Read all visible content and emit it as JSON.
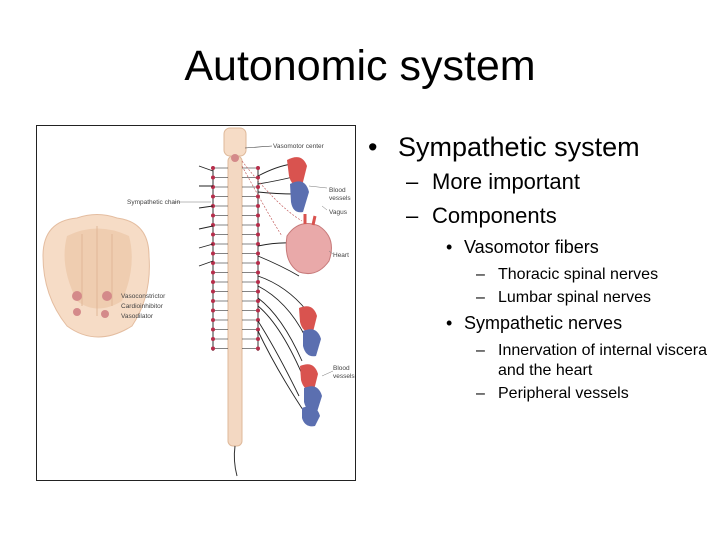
{
  "slide": {
    "title": "Autonomic system",
    "bullets": {
      "sympathetic": "Sympathetic system",
      "more_important": "More important",
      "components": "Components",
      "vasomotor_fibers": "Vasomotor fibers",
      "thoracic": "Thoracic spinal nerves",
      "lumbar": "Lumbar spinal nerves",
      "sympathetic_nerves": "Sympathetic nerves",
      "innervation": "Innervation of internal viscera and the heart",
      "peripheral": "Peripheral vessels"
    },
    "markers": {
      "level1": "•",
      "level2": "–",
      "level3": "•",
      "level4": "–"
    }
  },
  "figure": {
    "labels": {
      "vasomotor_center": "Vasomotor center",
      "sympathetic_chain": "Sympathetic chain",
      "blood": "Blood",
      "vessels": "vessels",
      "vagus": "Vagus",
      "heart": "Heart",
      "blood2": "Blood",
      "vessels2": "vessels",
      "vasoconstrictor": "Vasoconstrictor",
      "cardioinhibitor": "Cardioinhibitor",
      "vasodilator": "Vasodilator"
    },
    "colors": {
      "red_vessel": "#d9534f",
      "blue_vessel": "#5b6fb0",
      "nerve": "#222222",
      "cord": "#f3d8c2",
      "ganglion": "#b52d4a"
    }
  }
}
